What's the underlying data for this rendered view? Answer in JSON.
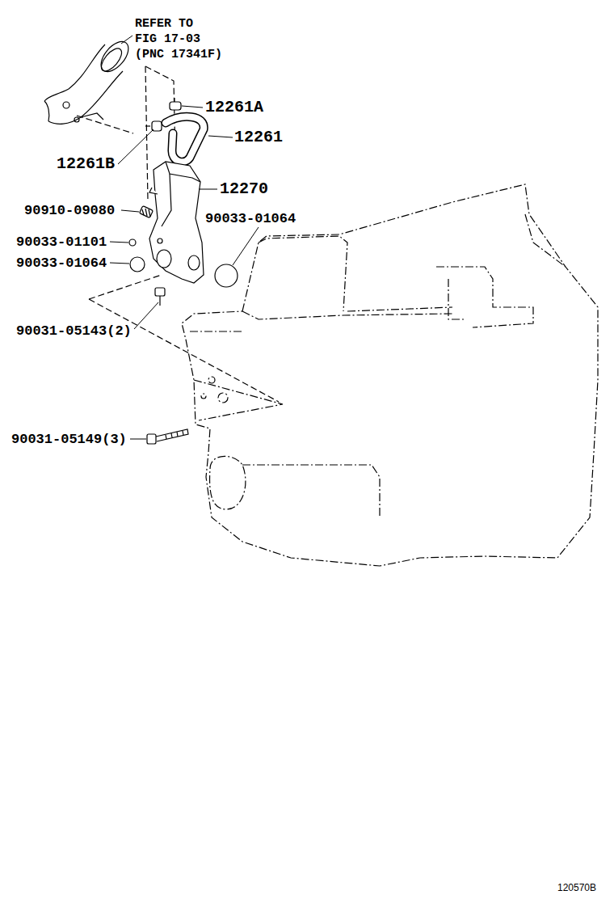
{
  "diagram": {
    "labels": [
      "REFER TO",
      "FIG 17-03",
      "(PNC 17341F)",
      "12261A",
      "12261",
      "12261B",
      "12270",
      "90910-09080",
      "90033-01064",
      "90033-01101",
      "90033-01064",
      "90031-05143(2)",
      "90031-05149(3)",
      "120570B"
    ]
  }
}
